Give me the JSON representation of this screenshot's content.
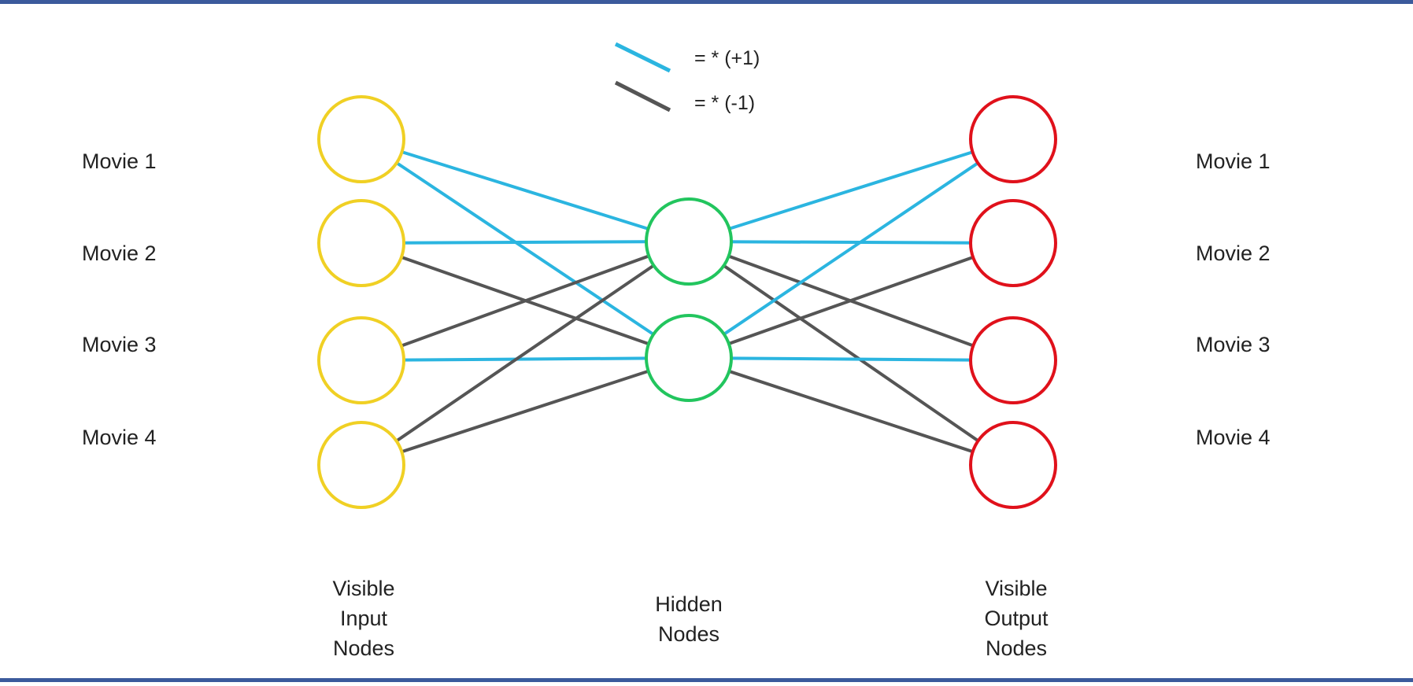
{
  "legend": {
    "positive": {
      "label": "= * (+1)",
      "color": "#2bb5e0"
    },
    "negative": {
      "label": "= * (-1)",
      "color": "#555555"
    }
  },
  "left_labels": [
    "Movie 1",
    "Movie 2",
    "Movie 3",
    "Movie 4"
  ],
  "right_labels": [
    "Movie 1",
    "Movie 2",
    "Movie 3",
    "Movie 4"
  ],
  "layers": {
    "input": {
      "label_lines": [
        "Visible",
        "Input",
        "Nodes"
      ],
      "count": 4,
      "color": "#f0d024"
    },
    "hidden": {
      "label_lines": [
        "Hidden",
        "Nodes"
      ],
      "count": 2,
      "color": "#22c55e"
    },
    "output": {
      "label_lines": [
        "Visible",
        "Output",
        "Nodes"
      ],
      "count": 4,
      "color": "#e0111b"
    }
  },
  "edges": [
    {
      "from": "input-1",
      "to": "hidden-1",
      "weight": 1
    },
    {
      "from": "input-1",
      "to": "hidden-2",
      "weight": 1
    },
    {
      "from": "input-2",
      "to": "hidden-1",
      "weight": 1
    },
    {
      "from": "input-2",
      "to": "hidden-2",
      "weight": -1
    },
    {
      "from": "input-3",
      "to": "hidden-1",
      "weight": -1
    },
    {
      "from": "input-3",
      "to": "hidden-2",
      "weight": 1
    },
    {
      "from": "input-4",
      "to": "hidden-1",
      "weight": -1
    },
    {
      "from": "input-4",
      "to": "hidden-2",
      "weight": -1
    },
    {
      "from": "hidden-1",
      "to": "output-1",
      "weight": 1
    },
    {
      "from": "hidden-1",
      "to": "output-2",
      "weight": 1
    },
    {
      "from": "hidden-1",
      "to": "output-3",
      "weight": -1
    },
    {
      "from": "hidden-1",
      "to": "output-4",
      "weight": -1
    },
    {
      "from": "hidden-2",
      "to": "output-1",
      "weight": 1
    },
    {
      "from": "hidden-2",
      "to": "output-2",
      "weight": -1
    },
    {
      "from": "hidden-2",
      "to": "output-3",
      "weight": 1
    },
    {
      "from": "hidden-2",
      "to": "output-4",
      "weight": -1
    }
  ]
}
